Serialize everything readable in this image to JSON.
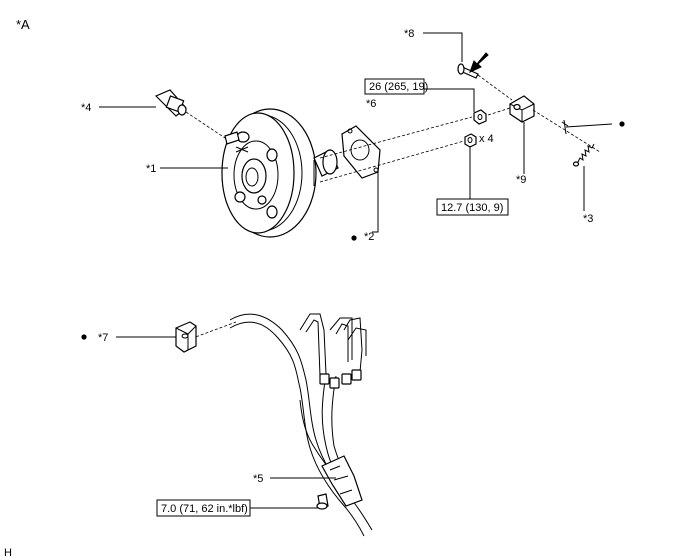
{
  "view_label": "*A",
  "footer_code": "H",
  "callouts": {
    "c1": "*1",
    "c2": "*2",
    "c3": "*3",
    "c4": "*4",
    "c5": "*5",
    "c6": "*6",
    "c7": "*7",
    "c8": "*8",
    "c9": "*9"
  },
  "torque_specs": {
    "clevis": "26 (265, 19)",
    "booster_nuts": "12.7 (130, 9)",
    "bracket_bolt": "7.0 (71, 62 in.*lbf)"
  },
  "quantity_note": "x 4",
  "symbols": {
    "replace_marker": "bullet-dot",
    "front_arrow": "arrow-icon"
  }
}
